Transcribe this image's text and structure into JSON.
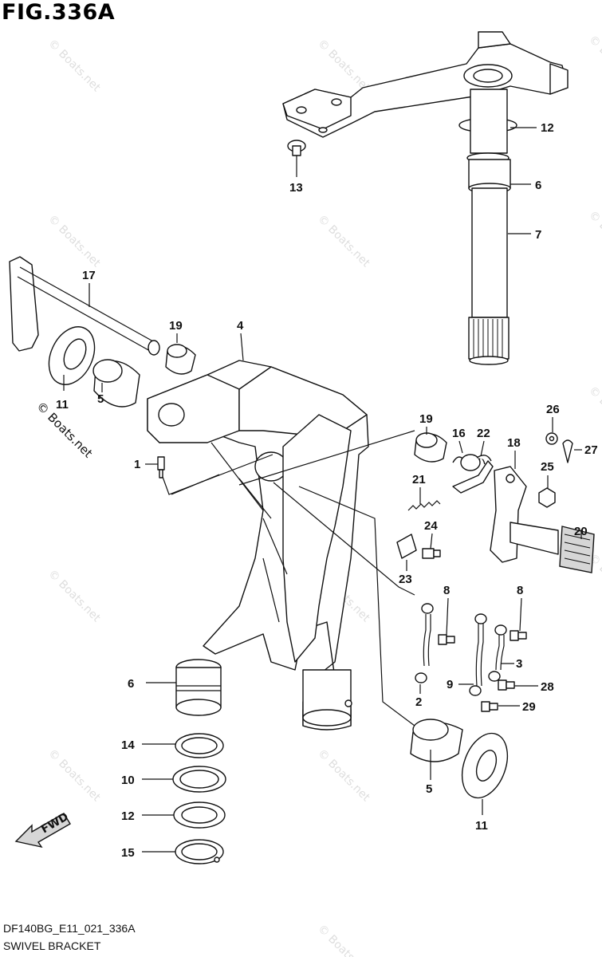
{
  "figure": {
    "title": "FIG.336A",
    "drawing_code": "DF140BG_E11_021_336A",
    "name": "SWIVEL BRACKET",
    "direction_label": "FWD",
    "watermark": "© Boats.net"
  },
  "callouts": [
    {
      "id": "c12a",
      "label": "12"
    },
    {
      "id": "c6a",
      "label": "6"
    },
    {
      "id": "c7",
      "label": "7"
    },
    {
      "id": "c13",
      "label": "13"
    },
    {
      "id": "c17",
      "label": "17"
    },
    {
      "id": "c19a",
      "label": "19"
    },
    {
      "id": "c4",
      "label": "4"
    },
    {
      "id": "c11a",
      "label": "11"
    },
    {
      "id": "c5a",
      "label": "5"
    },
    {
      "id": "c1",
      "label": "1"
    },
    {
      "id": "c19b",
      "label": "19"
    },
    {
      "id": "c16",
      "label": "16"
    },
    {
      "id": "c22",
      "label": "22"
    },
    {
      "id": "c18",
      "label": "18"
    },
    {
      "id": "c26",
      "label": "26"
    },
    {
      "id": "c27",
      "label": "27"
    },
    {
      "id": "c25",
      "label": "25"
    },
    {
      "id": "c21",
      "label": "21"
    },
    {
      "id": "c24",
      "label": "24"
    },
    {
      "id": "c20",
      "label": "20"
    },
    {
      "id": "c23",
      "label": "23"
    },
    {
      "id": "c8a",
      "label": "8"
    },
    {
      "id": "c8b",
      "label": "8"
    },
    {
      "id": "c3",
      "label": "3"
    },
    {
      "id": "c6b",
      "label": "6"
    },
    {
      "id": "c9",
      "label": "9"
    },
    {
      "id": "c28",
      "label": "28"
    },
    {
      "id": "c2",
      "label": "2"
    },
    {
      "id": "c29",
      "label": "29"
    },
    {
      "id": "c14",
      "label": "14"
    },
    {
      "id": "c10",
      "label": "10"
    },
    {
      "id": "c5b",
      "label": "5"
    },
    {
      "id": "c12b",
      "label": "12"
    },
    {
      "id": "c11b",
      "label": "11"
    },
    {
      "id": "c15",
      "label": "15"
    }
  ]
}
